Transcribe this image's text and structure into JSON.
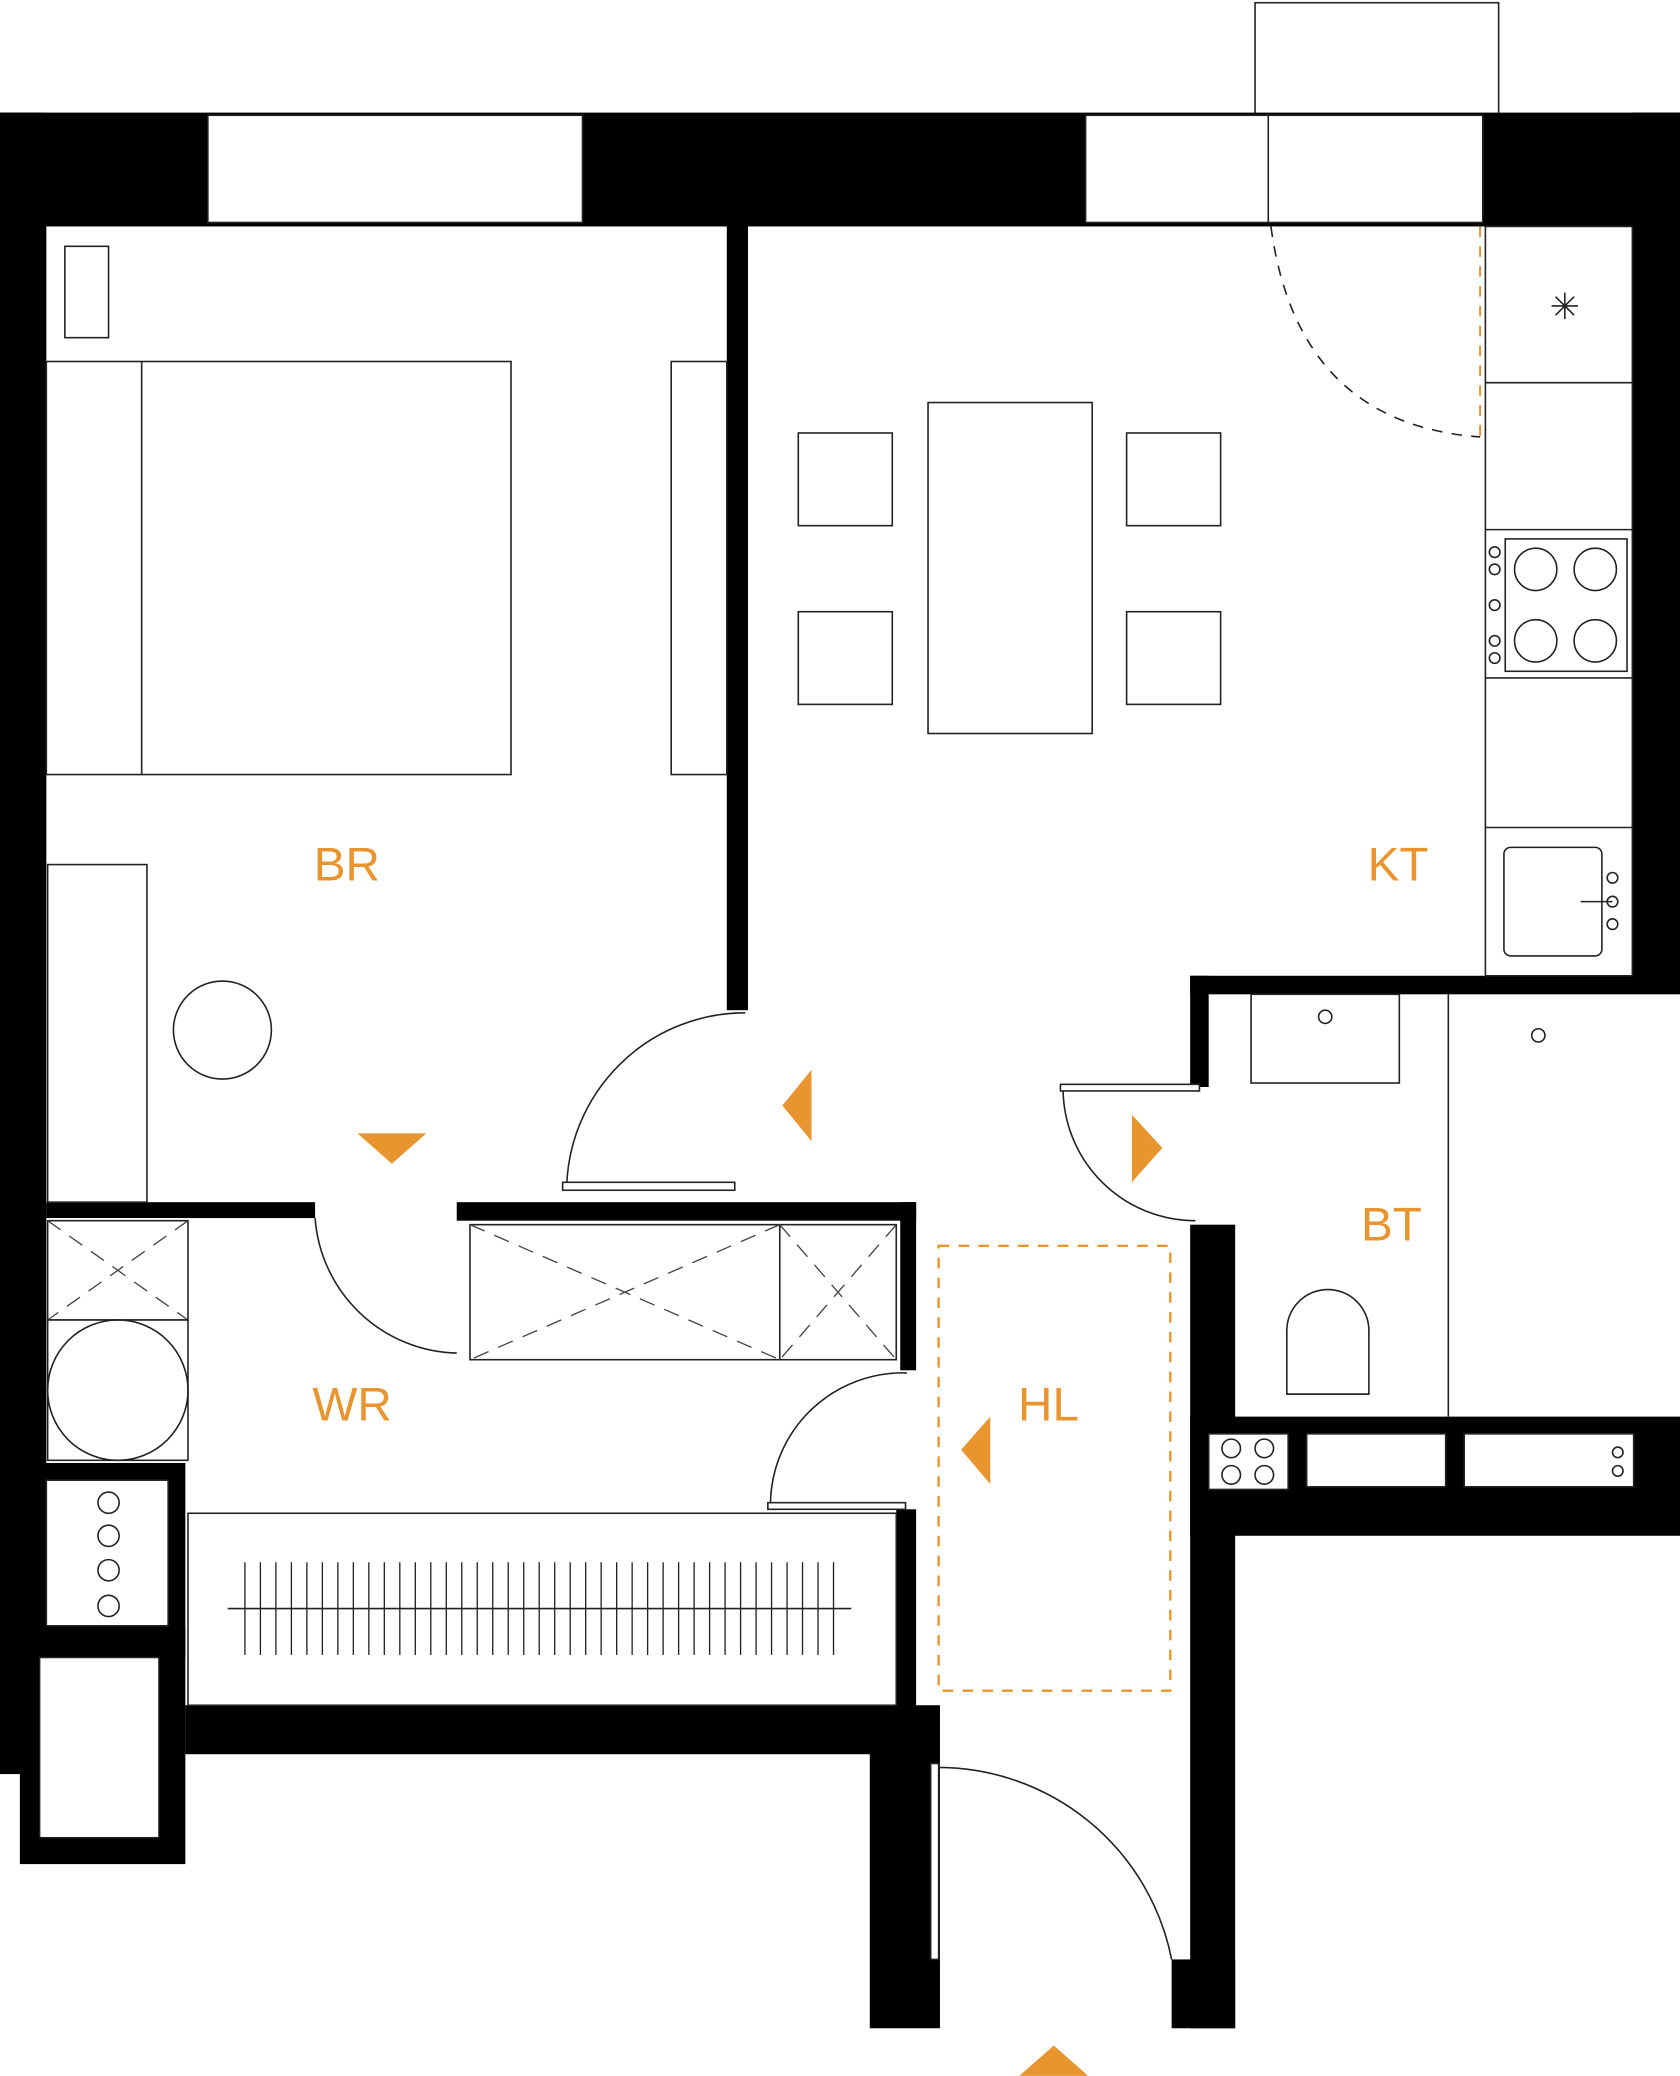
{
  "colors": {
    "accent": "#E8952F",
    "wall": "#000000"
  },
  "rooms": {
    "bedroom": "BR",
    "kitchen": "KT",
    "bathroom": "BT",
    "wardrobe": "WR",
    "hall": "HL"
  }
}
